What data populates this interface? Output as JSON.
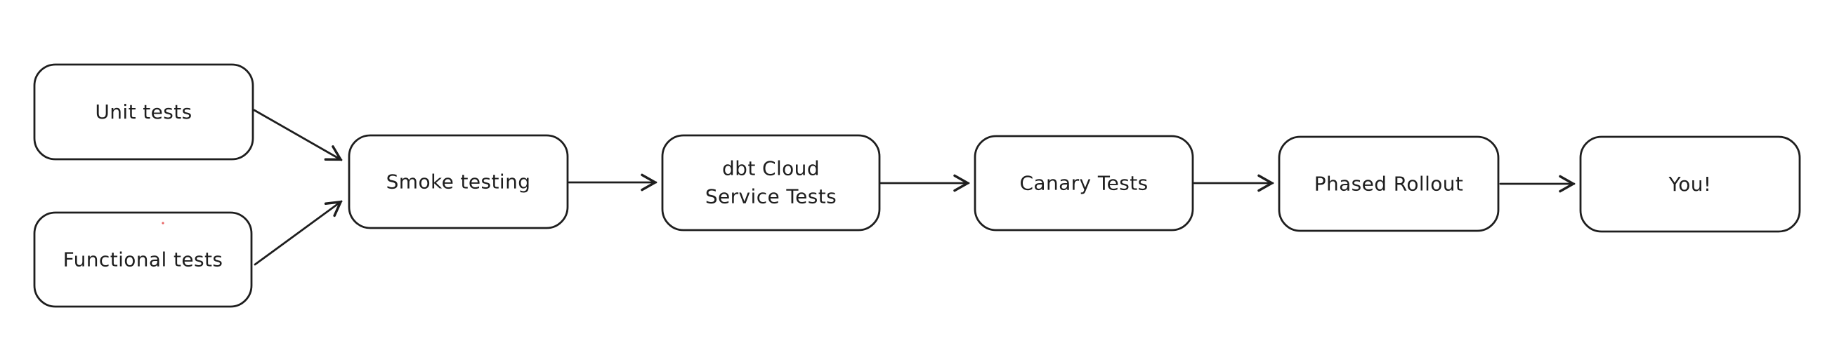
{
  "diagram": {
    "title": "testing and rollout pipeline flowchart",
    "background_color": "#ffffff",
    "stroke_color": "#1e1e1e",
    "text_color": "#1e1e1e",
    "artifact_dot_color": "#e03131",
    "nodes": {
      "unit_tests": {
        "label": "Unit tests"
      },
      "functional_tests": {
        "label": "Functional tests"
      },
      "smoke_testing": {
        "label": "Smoke testing"
      },
      "dbt_cloud_service_tests": {
        "label": "dbt Cloud Service Tests",
        "line1": "dbt Cloud",
        "line2": "Service Tests"
      },
      "canary_tests": {
        "label": "Canary Tests"
      },
      "phased_rollout": {
        "label": "Phased Rollout"
      },
      "you": {
        "label": "You!"
      }
    },
    "edges": [
      {
        "from": "unit_tests",
        "to": "smoke_testing"
      },
      {
        "from": "functional_tests",
        "to": "smoke_testing"
      },
      {
        "from": "smoke_testing",
        "to": "dbt_cloud_service_tests"
      },
      {
        "from": "dbt_cloud_service_tests",
        "to": "canary_tests"
      },
      {
        "from": "canary_tests",
        "to": "phased_rollout"
      },
      {
        "from": "phased_rollout",
        "to": "you"
      }
    ]
  }
}
